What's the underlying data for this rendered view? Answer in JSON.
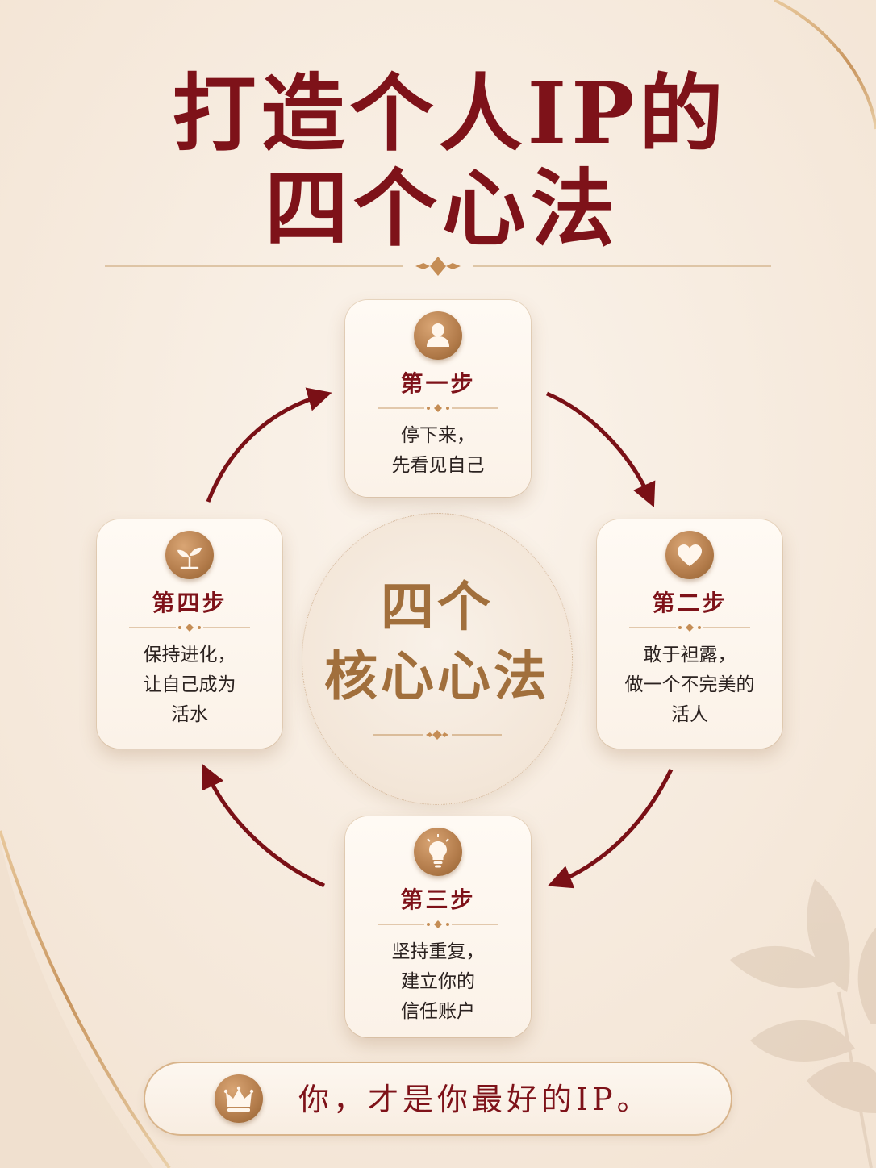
{
  "title": {
    "line1": "打造个人IP的",
    "line2": "四个心法"
  },
  "center": {
    "line1": "四个",
    "line2": "核心心法"
  },
  "steps": [
    {
      "label": "第一步",
      "icon": "person-icon",
      "lines": [
        "停下来，",
        "先看见自己"
      ]
    },
    {
      "label": "第二步",
      "icon": "heart-icon",
      "lines": [
        "敢于袒露，",
        "做一个不完美的",
        "活人"
      ]
    },
    {
      "label": "第三步",
      "icon": "lightbulb-icon",
      "lines": [
        "坚持重复，",
        "建立你的",
        "信任账户"
      ]
    },
    {
      "label": "第四步",
      "icon": "sprout-icon",
      "lines": [
        "保持进化，",
        "让自己成为",
        "活水"
      ]
    }
  ],
  "banner": {
    "icon": "crown-icon",
    "text": "你，才是你最好的IP。"
  },
  "colors": {
    "background": "#f7ece1",
    "title": "#7e1219",
    "gold": "#b37c4b",
    "arrow": "#7a1016"
  }
}
